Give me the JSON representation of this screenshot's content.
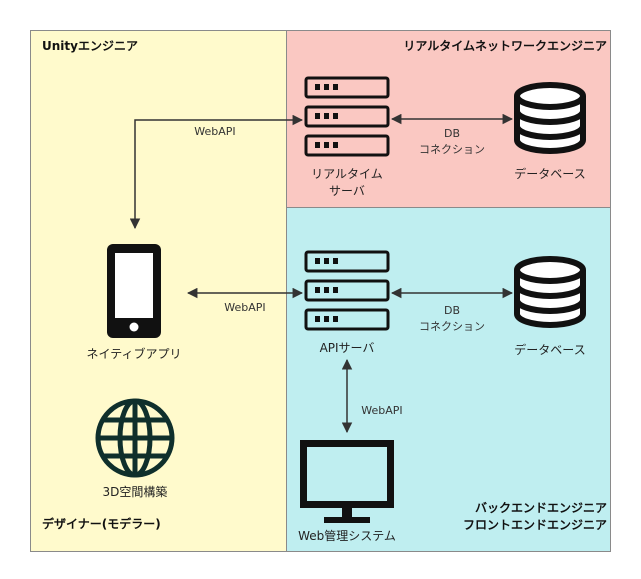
{
  "regions": {
    "unity": {
      "title": "Unityエンジニア",
      "fill": "#fffacc"
    },
    "realtime": {
      "title": "リアルタイムネットワークエンジニア",
      "fill": "#fac8c2"
    },
    "backend": {
      "title_line1": "バックエンドエンジニア",
      "title_line2": "フロントエンドエンジニア",
      "fill": "#bfeef0"
    },
    "designer": {
      "title": "デザイナー(モデラー)"
    }
  },
  "nodes": {
    "realtime_server": {
      "line1": "リアルタイム",
      "line2": "サーバ",
      "icon": "server-icon"
    },
    "db_top": {
      "label": "データベース",
      "icon": "database-icon"
    },
    "api_server": {
      "label": "APIサーバ",
      "icon": "server-icon"
    },
    "db_bottom": {
      "label": "データベース",
      "icon": "database-icon"
    },
    "native_app": {
      "label": "ネイティブアプリ",
      "icon": "smartphone-icon"
    },
    "modeling": {
      "label": "3D空間構築",
      "icon": "globe-icon"
    },
    "web_admin": {
      "label": "Web管理システム",
      "icon": "monitor-icon"
    }
  },
  "edges": {
    "app_realtime": {
      "label": "WebAPI"
    },
    "app_api": {
      "label": "WebAPI"
    },
    "api_web": {
      "label": "WebAPI"
    },
    "realtime_db": {
      "line1": "DB",
      "line2": "コネクション"
    },
    "api_db": {
      "line1": "DB",
      "line2": "コネクション"
    }
  },
  "colors": {
    "line": "#333333",
    "icon": "#111111",
    "globe": "#0f2f2b"
  }
}
